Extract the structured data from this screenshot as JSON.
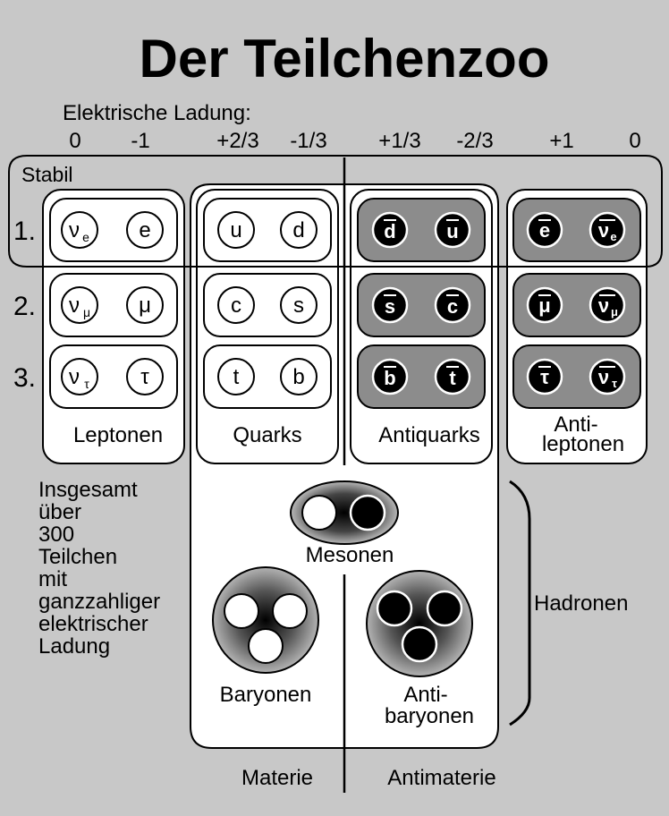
{
  "title": "Der Teilchenzoo",
  "charge_axis": {
    "label": "Elektrische Ladung:",
    "ticks": [
      "0",
      "-1",
      "+2/3",
      "-1/3",
      "+1/3",
      "-2/3",
      "+1",
      "0"
    ]
  },
  "stable_label": "Stabil",
  "generations": [
    "1.",
    "2.",
    "3."
  ],
  "groups": {
    "leptons": {
      "label": "Leptonen",
      "particles": [
        [
          "ν",
          "e",
          "e"
        ],
        [
          "ν",
          "μ",
          "μ"
        ],
        [
          "ν",
          "τ",
          "τ"
        ]
      ]
    },
    "quarks": {
      "label": "Quarks",
      "particles": [
        [
          "u",
          "d"
        ],
        [
          "c",
          "s"
        ],
        [
          "t",
          "b"
        ]
      ]
    },
    "antiquarks": {
      "label": "Antiquarks",
      "particles": [
        [
          "d",
          "u"
        ],
        [
          "s",
          "c"
        ],
        [
          "b",
          "t"
        ]
      ]
    },
    "antileptons": {
      "label_line1": "Anti-",
      "label_line2": "leptonen",
      "particles": [
        [
          "e",
          "ν",
          "e"
        ],
        [
          "μ",
          "ν",
          "μ"
        ],
        [
          "τ",
          "ν",
          "τ"
        ]
      ]
    }
  },
  "note_lines": [
    "Insgesamt",
    "über",
    "300",
    "Teilchen",
    "mit",
    "ganzzahliger",
    "elektrischer",
    "Ladung"
  ],
  "composites": {
    "mesons": "Mesonen",
    "baryons": "Baryonen",
    "antibaryons_line1": "Anti-",
    "antibaryons_line2": "baryonen",
    "hadrons": "Hadronen"
  },
  "bottom": {
    "matter": "Materie",
    "antimatter": "Antimaterie"
  }
}
